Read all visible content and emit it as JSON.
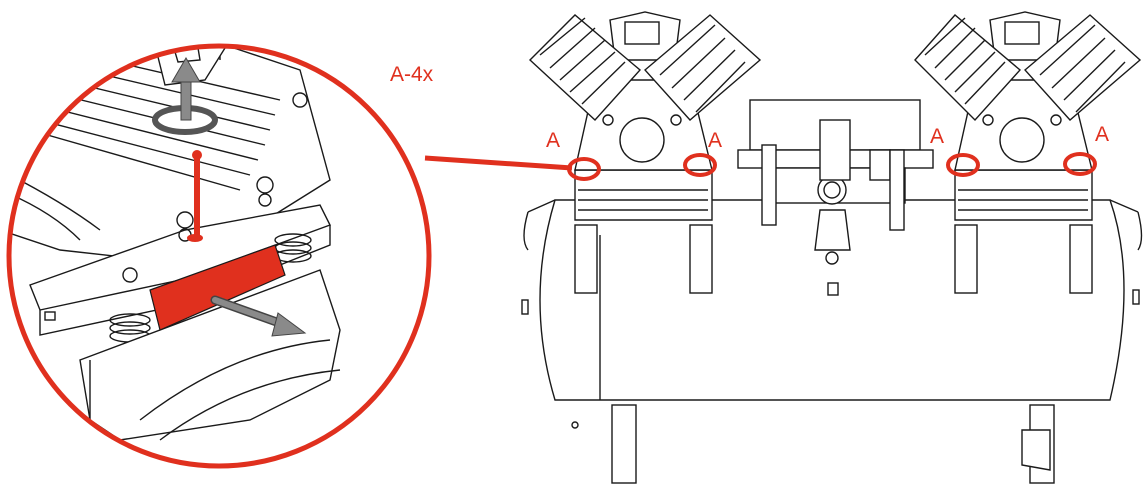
{
  "callout": {
    "label": "A-4x"
  },
  "markers": [
    "A",
    "A",
    "A",
    "A"
  ],
  "colors": {
    "accent": "#e0301e",
    "line": "#1a1a1a",
    "fill": "#ffffff"
  }
}
